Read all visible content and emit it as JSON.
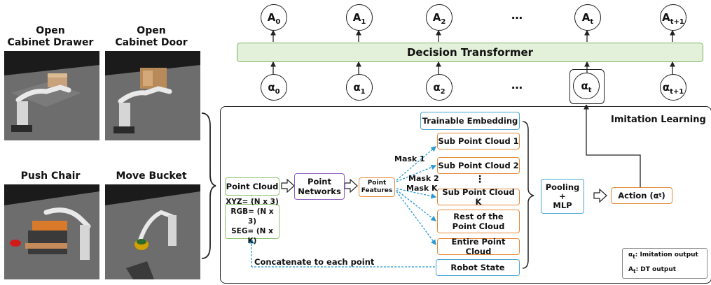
{
  "figure": {
    "thumbnails": [
      {
        "title": "Open\nCabinet Drawer",
        "line1": "Open",
        "line2": "Cabinet Drawer"
      },
      {
        "title": "Open\nCabinet Door",
        "line1": "Open",
        "line2": "Cabinet Door"
      },
      {
        "title": "Push Chair",
        "line1": "Push Chair",
        "line2": ""
      },
      {
        "title": "Move Bucket",
        "line1": "Move Bucket",
        "line2": ""
      }
    ],
    "transformer": {
      "label": "Decision Transformer",
      "top_tokens": [
        "A0",
        "A1",
        "A2",
        "…",
        "At",
        "At+1"
      ],
      "bottom_tokens": [
        "a0",
        "a1",
        "a2",
        "…",
        "at",
        "at+1"
      ]
    },
    "panel_title": "Imitation Learning",
    "blocks": {
      "point_cloud": "Point Cloud",
      "point_cloud_desc": [
        "XYZ= (N x 3)",
        "RGB= (N x 3)",
        "SEG= (N x K)"
      ],
      "point_networks": "Point\nNetworks",
      "point_features": "Point\nFeatures",
      "trainable_embedding": "Trainable Embedding",
      "sub1": "Sub Point Cloud 1",
      "sub2": "Sub Point Cloud 2",
      "subk": "Sub Point Cloud K",
      "rest": "Rest of the\nPoint Cloud",
      "entire": "Entire Point Cloud",
      "robot_state": "Robot State",
      "pooling": "Pooling\n+\nMLP",
      "action": "Action (at)",
      "concat": "Concatenate to each point",
      "mask1": "Mask 1",
      "mask2": "Mask 2",
      "maskk": "Mask K",
      "vdots": "⋮"
    },
    "legend": {
      "item1": "at: Imitation output",
      "item2": "At: DT output"
    },
    "colors": {
      "green": "#8cc46e",
      "purple": "#8e5bc2",
      "orange": "#e58a3a",
      "blue": "#4aa6d6",
      "tf_fill": "#e4f1da"
    }
  }
}
